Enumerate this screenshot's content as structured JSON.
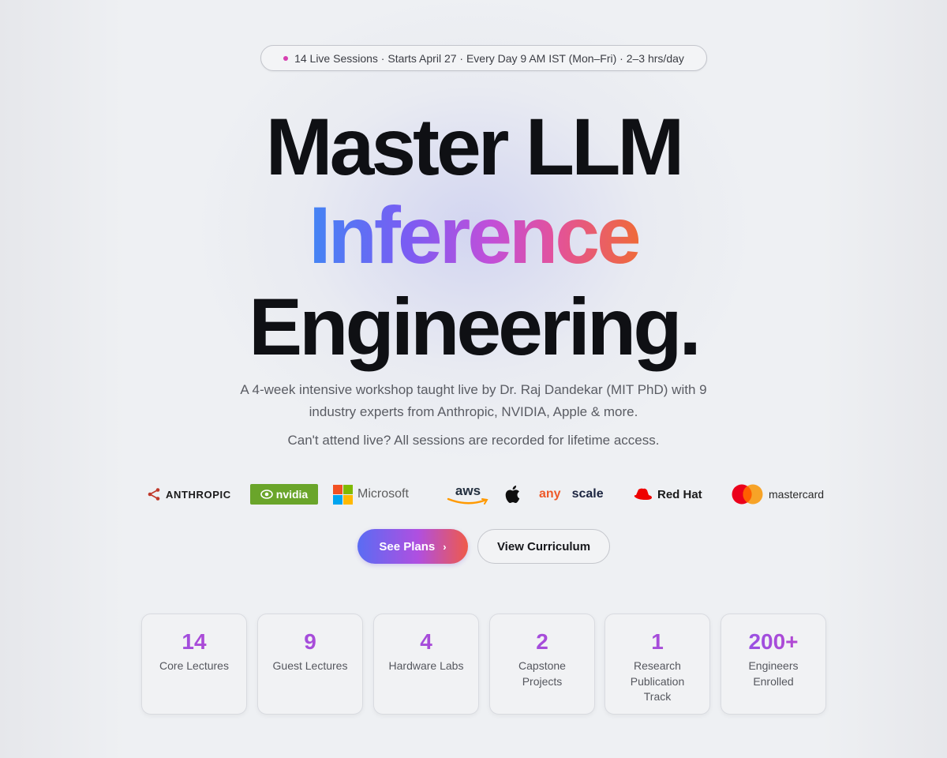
{
  "banner": {
    "text": "14 Live Sessions · Starts April 27 · Every Day 9 AM IST (Mon–Fri) · 2–3 hrs/day",
    "dot_color": "#d63fb0"
  },
  "hero": {
    "line1": "Master LLM",
    "line2": "Inference",
    "line3": "Engineering.",
    "gradient": [
      "#4285f4",
      "#7a5cf3",
      "#c14fd9",
      "#e3529b",
      "#ef6a3a"
    ]
  },
  "description": {
    "line1": "A 4-week intensive workshop taught live by Dr. Raj Dandekar (MIT PhD) with 9",
    "line2": "industry experts from Anthropic, NVIDIA, Apple & more.",
    "line3": "Can't attend live? All sessions are recorded for lifetime access."
  },
  "logos": {
    "anthropic": "ANTHROPIC",
    "nvidia": "nvidia",
    "microsoft": "Microsoft",
    "aws": "aws",
    "anyscale_any": "any",
    "anyscale_scale": "scale",
    "redhat": "Red Hat",
    "mastercard": "mastercard"
  },
  "buttons": {
    "primary": "See Plans",
    "secondary": "View Curriculum"
  },
  "stats": [
    {
      "value": "14",
      "label": "Core Lectures"
    },
    {
      "value": "9",
      "label": "Guest Lectures"
    },
    {
      "value": "4",
      "label": "Hardware Labs"
    },
    {
      "value": "2",
      "label": "Capstone Projects"
    },
    {
      "value": "1",
      "label": "Research Publication Track"
    },
    {
      "value": "200+",
      "label": "Engineers Enrolled"
    }
  ]
}
